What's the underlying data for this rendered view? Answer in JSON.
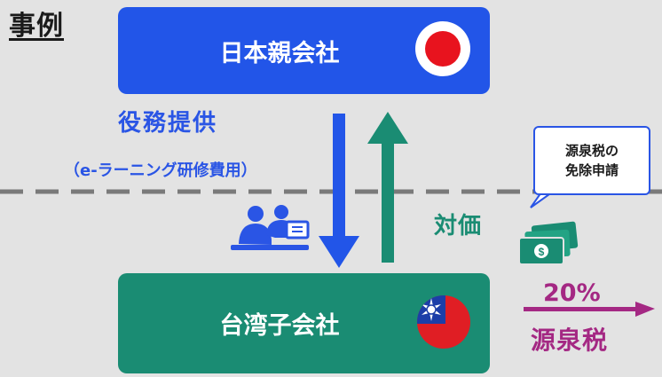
{
  "title": "事例",
  "parent_company": {
    "label": "日本親会社",
    "flag": "japan-flag-icon"
  },
  "child_company": {
    "label": "台湾子会社",
    "flag": "taiwan-flag-icon"
  },
  "service": {
    "label": "役務提供",
    "detail": "（e-ラーニング研修費用）"
  },
  "consideration": {
    "label": "対価"
  },
  "exemption_bubble": {
    "line1": "源泉税の",
    "line2": "免除申請"
  },
  "withholding": {
    "rate": "20%",
    "label": "源泉税"
  },
  "colors": {
    "parent_blue": "#2255e8",
    "child_green": "#1a8c73",
    "tax_purple": "#a42883",
    "service_blue": "#2a55e5"
  }
}
